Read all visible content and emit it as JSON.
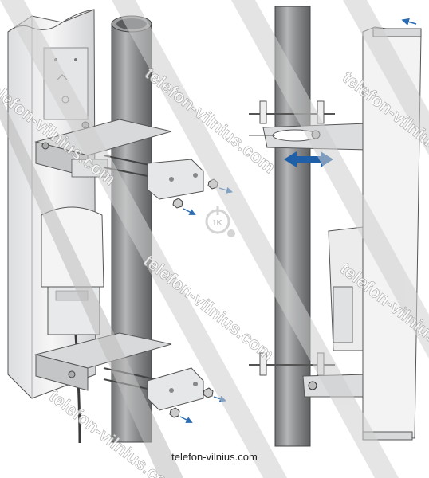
{
  "watermark": {
    "text": "telefon-vilnius.com",
    "logo_text": "1K"
  },
  "caption": "telefon-vilnius.com",
  "colors": {
    "pole": "#8a8c8e",
    "pole_highlight": "#b8babb",
    "antenna": "#ededee",
    "bracket": "#d8d9da",
    "arrow_blue": "#1f5fa8",
    "arrow_small": "#2b6cb3"
  }
}
